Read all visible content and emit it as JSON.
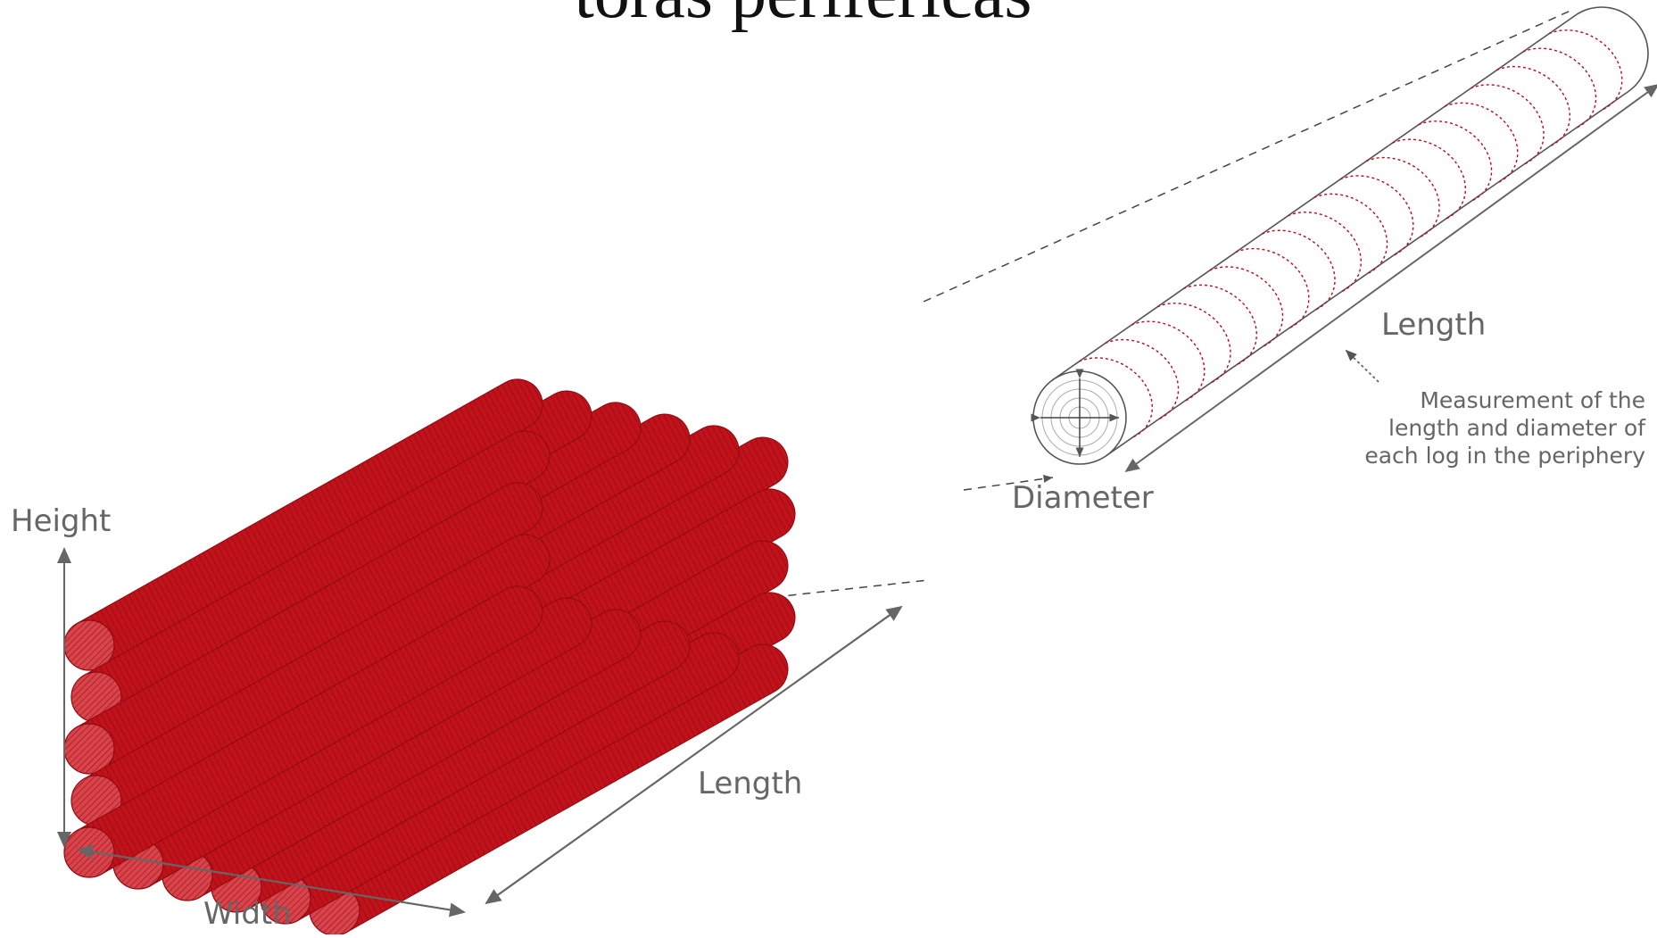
{
  "title": "toras periféricas",
  "stack_labels": {
    "height": "Height",
    "width": "Width",
    "length": "Length"
  },
  "log_labels": {
    "length": "Length",
    "diameter": "Diameter",
    "note": "Measurement of the\nlength and diameter of\neach log in the periphery"
  },
  "colors": {
    "peripheral_log": "#b80d16",
    "peripheral_log_dark": "#8e0a10",
    "inner_log": "#c8c8c8",
    "dimension_arrow": "#666666",
    "dashed_line": "#444444"
  }
}
